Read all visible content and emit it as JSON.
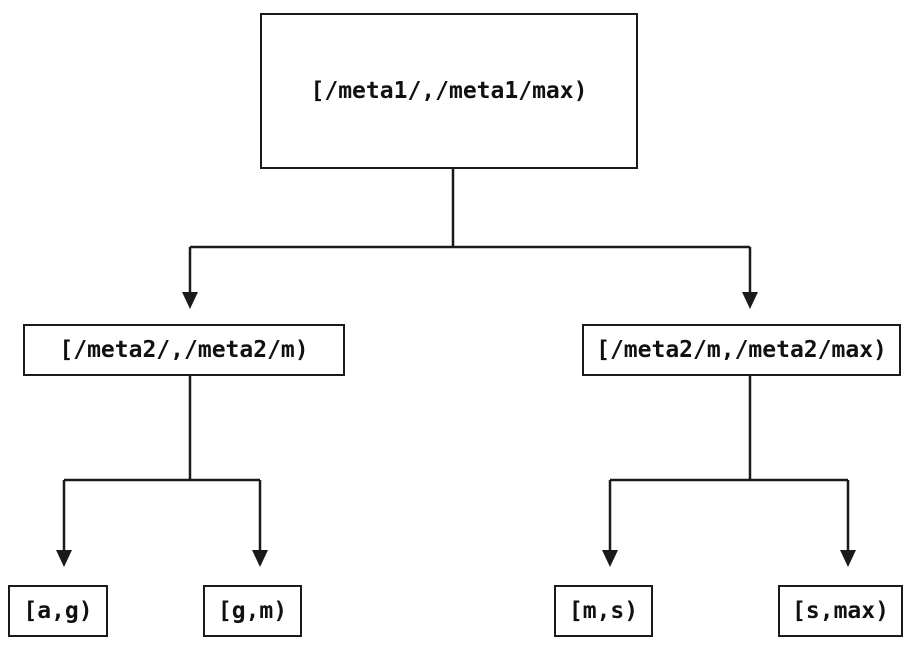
{
  "diagram": {
    "type": "tree",
    "description": "Binary key-range partition tree",
    "colors": {
      "background": "#ffffff",
      "line": "#1a1a1a",
      "text": "#111111",
      "node_fill": "#ffffff"
    },
    "nodes": [
      {
        "id": "root",
        "label": "[/meta1/,/meta1/max)"
      },
      {
        "id": "meta2-left",
        "label": "[/meta2/,/meta2/m)"
      },
      {
        "id": "meta2-right",
        "label": "[/meta2/m,/meta2/max)"
      },
      {
        "id": "leaf-a-g",
        "label": "[a,g)"
      },
      {
        "id": "leaf-g-m",
        "label": "[g,m)"
      },
      {
        "id": "leaf-m-s",
        "label": "[m,s)"
      },
      {
        "id": "leaf-s-max",
        "label": "[s,max)"
      }
    ],
    "edges": [
      {
        "from": "root",
        "to": [
          "meta2-left",
          "meta2-right"
        ]
      },
      {
        "from": "meta2-left",
        "to": [
          "leaf-a-g",
          "leaf-g-m"
        ]
      },
      {
        "from": "meta2-right",
        "to": [
          "leaf-m-s",
          "leaf-s-max"
        ]
      }
    ]
  }
}
